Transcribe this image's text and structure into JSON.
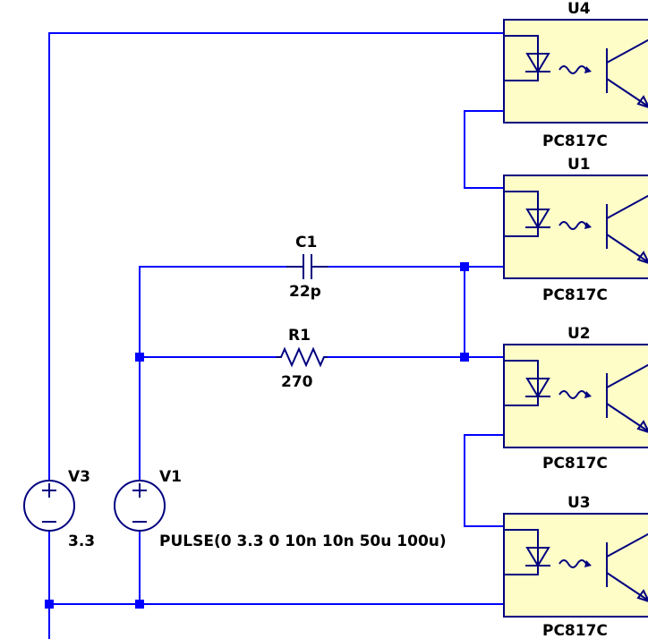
{
  "components": {
    "u4": {
      "ref": "U4",
      "value": "PC817C"
    },
    "u1": {
      "ref": "U1",
      "value": "PC817C"
    },
    "u2": {
      "ref": "U2",
      "value": "PC817C"
    },
    "u3": {
      "ref": "U3",
      "value": "PC817C"
    },
    "c1": {
      "ref": "C1",
      "value": "22p"
    },
    "r1": {
      "ref": "R1",
      "value": "270"
    },
    "v3": {
      "ref": "V3",
      "value": "3.3"
    },
    "v1": {
      "ref": "V1",
      "value": "PULSE(0 3.3 0 10n 10n 50u 100u)"
    }
  },
  "colors": {
    "wire": "#0000ff",
    "symbol": "#000080",
    "ic_fill": "#fffdc7"
  }
}
